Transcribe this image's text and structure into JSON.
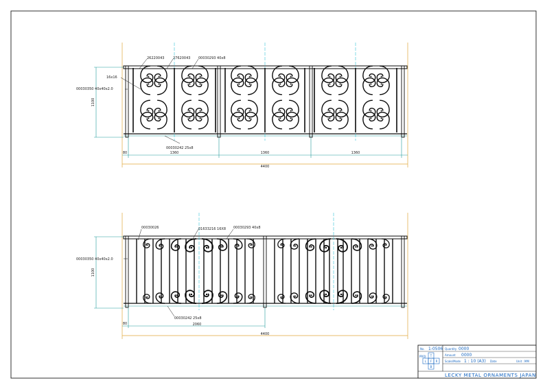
{
  "drawing": {
    "top_view": {
      "callouts": [
        "26220043",
        "27620043",
        "00030293  40x8",
        "16x16",
        "00030350  40x40x2.0",
        "00030242  25x8"
      ],
      "height_dim": "1100",
      "post_dim": "80",
      "panel_dims": [
        "1360",
        "1360",
        "1360"
      ],
      "total_dim": "4400"
    },
    "bottom_view": {
      "callouts": [
        "00030026",
        "01633216  16X8",
        "00030293  40x8",
        "00030350  40x40x2.0",
        "00030242  25x8"
      ],
      "height_dim": "1100",
      "post_dim": "80",
      "panel_dim": "2060",
      "total_dim": "4400"
    }
  },
  "title_block": {
    "no_label": "No.",
    "drawing_no": "1-0506",
    "qty_label": "Quantity",
    "qty_value": "0000",
    "amount_label": "Amount",
    "amount_value": "0000",
    "scale_label": "Scale/Mode",
    "scale_value": "1 : 10 (A3)",
    "date_label": "Date",
    "unit_label": "Unit : MM",
    "view_letters": [
      "T",
      "L",
      "F",
      "R",
      "B"
    ],
    "proj_label": "PROJ",
    "brand": "LECKY METAL ORNAMENTS JAPAN"
  },
  "colors": {
    "iron": "#0a0a0a",
    "dimension": "#1e9a9a",
    "extension": "#e0a83a",
    "centerline": "#35c4d8",
    "titleblock": "#1565c0"
  }
}
